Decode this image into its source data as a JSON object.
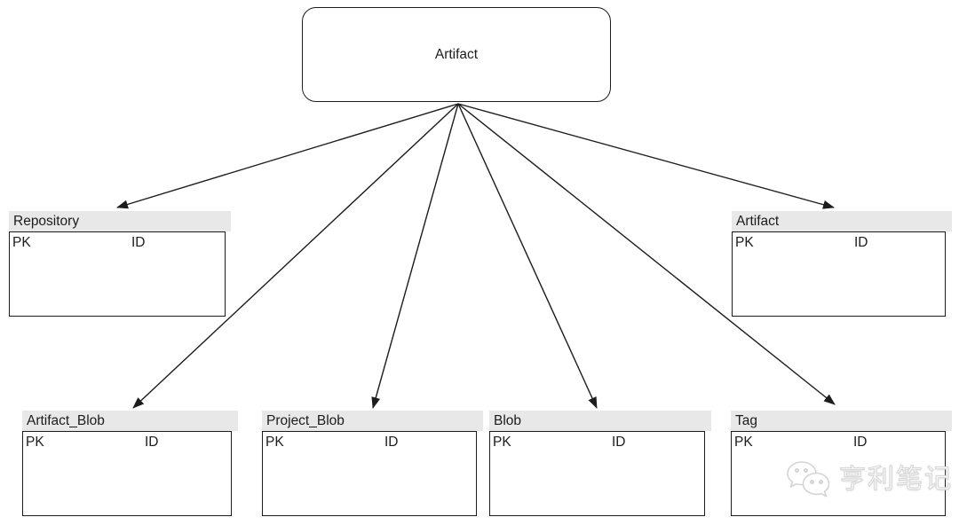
{
  "diagram": {
    "root": {
      "label": "Artifact"
    },
    "entities": [
      {
        "title": "Repository",
        "pk": "PK",
        "id": "ID"
      },
      {
        "title": "Artifact",
        "pk": "PK",
        "id": "ID"
      },
      {
        "title": "Artifact_Blob",
        "pk": "PK",
        "id": "ID"
      },
      {
        "title": "Project_Blob",
        "pk": "PK",
        "id": "ID"
      },
      {
        "title": "Blob",
        "pk": "PK",
        "id": "ID"
      },
      {
        "title": "Tag",
        "pk": "PK",
        "id": "ID"
      }
    ],
    "edges": [
      {
        "from": "Artifact",
        "to": "Repository"
      },
      {
        "from": "Artifact",
        "to": "Artifact"
      },
      {
        "from": "Artifact",
        "to": "Artifact_Blob"
      },
      {
        "from": "Artifact",
        "to": "Project_Blob"
      },
      {
        "from": "Artifact",
        "to": "Blob"
      },
      {
        "from": "Artifact",
        "to": "Tag"
      }
    ],
    "colors": {
      "header_fill": "#e8e8e8",
      "border": "#1c1c1c",
      "arrow": "#1c1c1c",
      "background": "#ffffff"
    }
  },
  "watermark": {
    "icon": "wechat-icon",
    "text": "亨利笔记"
  }
}
